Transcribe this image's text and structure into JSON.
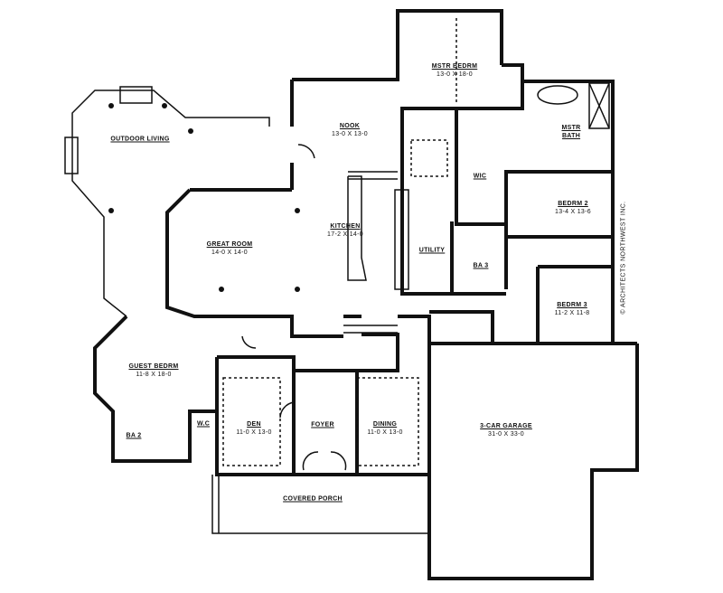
{
  "plan": {
    "rooms": [
      {
        "id": "outdoor-living",
        "name": "OUTDOOR LIVING",
        "dims": ""
      },
      {
        "id": "nook",
        "name": "NOOK",
        "dims": "13-0 X 13-0"
      },
      {
        "id": "mstr-bedrm",
        "name": "MSTR BEDRM",
        "dims": "13-0 X 18-0"
      },
      {
        "id": "mstr-bath",
        "name": "MSTR BATH",
        "dims": ""
      },
      {
        "id": "wic",
        "name": "WIC",
        "dims": ""
      },
      {
        "id": "kitchen",
        "name": "KITCHEN",
        "dims": "17-2 X 14-0"
      },
      {
        "id": "great-room",
        "name": "GREAT ROOM",
        "dims": "14-0 X 14-0"
      },
      {
        "id": "utility",
        "name": "UTILITY",
        "dims": ""
      },
      {
        "id": "ba-3",
        "name": "BA 3",
        "dims": ""
      },
      {
        "id": "bedrm-2",
        "name": "BEDRM 2",
        "dims": "13-4 X 13-6"
      },
      {
        "id": "bedrm-3",
        "name": "BEDRM 3",
        "dims": "11-2 X 11-8"
      },
      {
        "id": "guest-bedrm",
        "name": "GUEST BEDRM",
        "dims": "11-8 X 18-0"
      },
      {
        "id": "ba-2",
        "name": "BA 2",
        "dims": ""
      },
      {
        "id": "wc",
        "name": "W.C",
        "dims": ""
      },
      {
        "id": "den",
        "name": "DEN",
        "dims": "11-0 X 13-0"
      },
      {
        "id": "foyer",
        "name": "FOYER",
        "dims": ""
      },
      {
        "id": "dining",
        "name": "DINING",
        "dims": "11-0 X 13-0"
      },
      {
        "id": "garage",
        "name": "3-CAR GARAGE",
        "dims": "31-0 X 33-0"
      },
      {
        "id": "covered-porch",
        "name": "COVERED PORCH",
        "dims": ""
      }
    ],
    "copyright": "© ARCHITECTS NORTHWEST INC."
  }
}
